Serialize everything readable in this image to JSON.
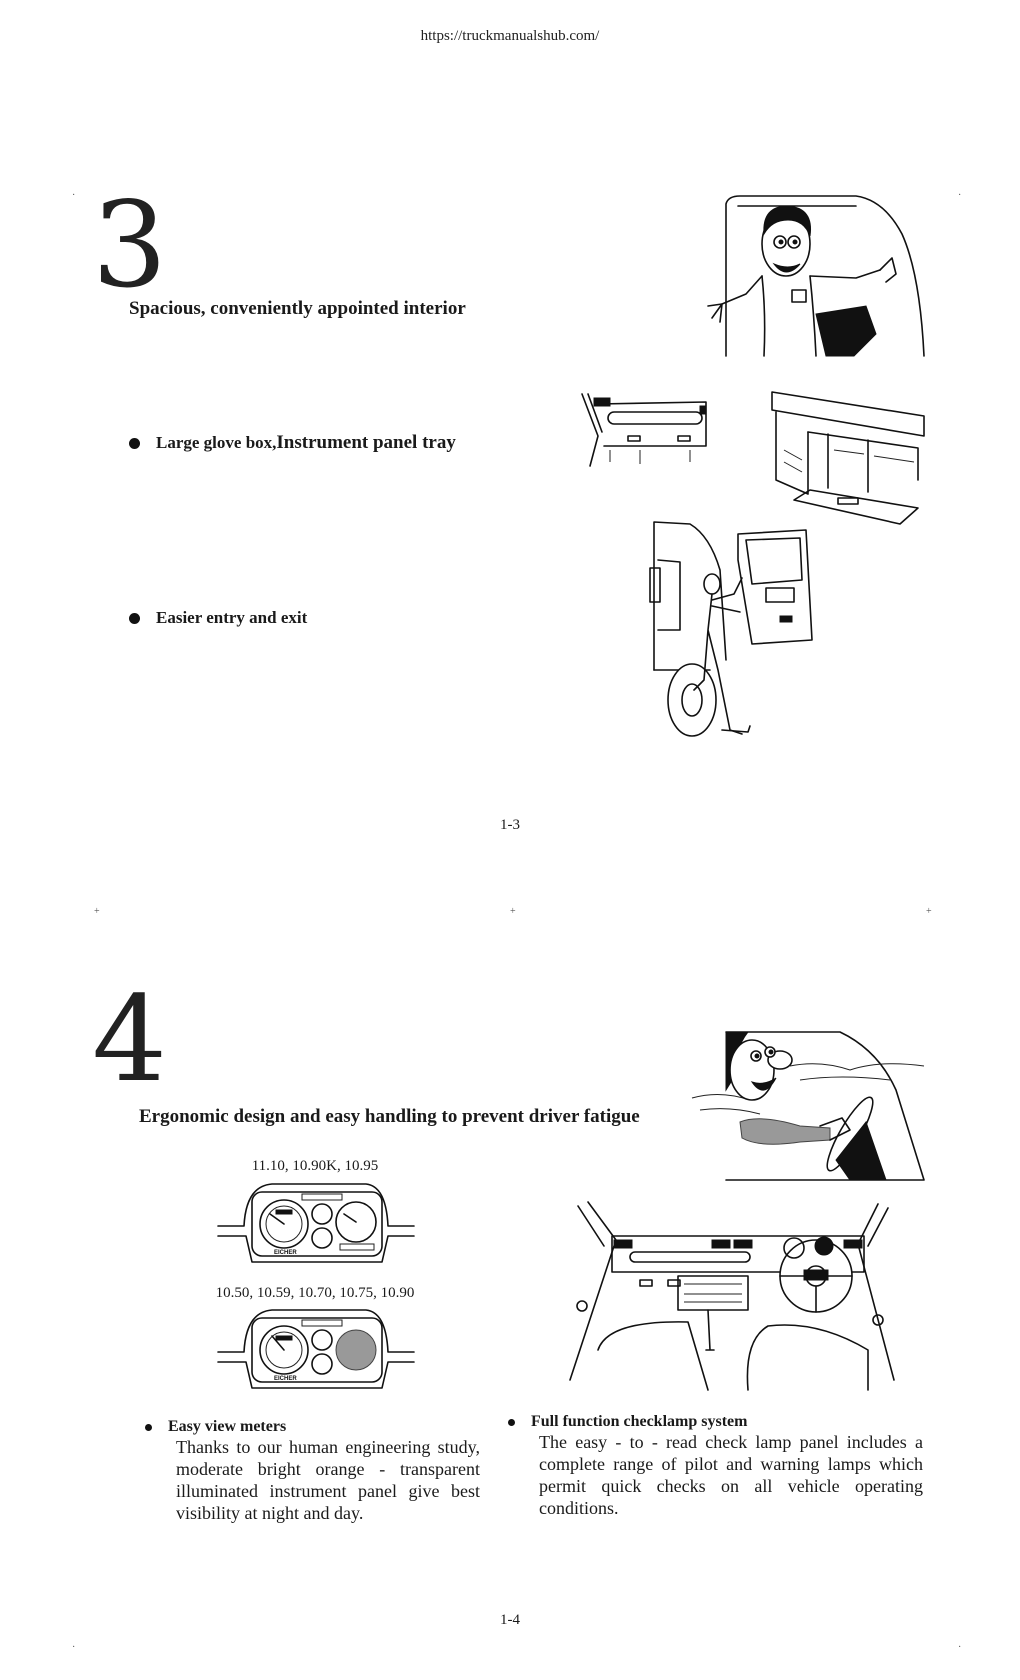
{
  "header": {
    "url": "https://truckmanualshub.com/"
  },
  "page1": {
    "number": "3",
    "heading": "Spacious, conveniently appointed interior",
    "bullets": [
      {
        "prefix": "Large glove box, ",
        "main": "Instrument panel tray"
      },
      {
        "prefix": "",
        "main": "Easier entry and exit"
      }
    ],
    "page_number": "1-3"
  },
  "page2": {
    "number": "4",
    "heading": "Ergonomic design and easy handling to prevent driver fatigue",
    "caption_a": "11.10, 10.90K, 10.95",
    "caption_b": "10.50, 10.59, 10.70, 10.75, 10.90",
    "brand": "EICHER",
    "left_block": {
      "title": "Easy  view meters",
      "text": "Thanks to our human engineering study, moderate bright orange - transparent illuminated instrument panel give best visibility at night and day."
    },
    "right_block": {
      "title": "Full function checklamp system",
      "text": "The easy - to - read check lamp panel includes a complete range of pilot and warning lamps which permit quick checks on all vehicle operating conditions."
    },
    "page_number": "1-4"
  },
  "icons": [
    "driver-cartoon-icon",
    "glove-box-icon",
    "instrument-tray-icon",
    "cab-entry-icon",
    "driver-steering-cartoon-icon",
    "instrument-cluster-icon",
    "dashboard-icon"
  ]
}
